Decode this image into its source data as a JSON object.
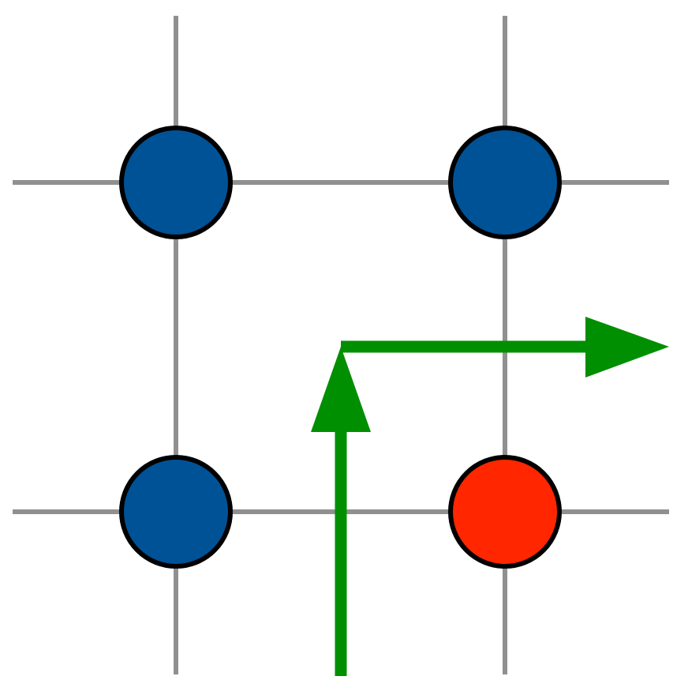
{
  "diagram": {
    "colors": {
      "background": "#ffffff",
      "grid_line": "#909090",
      "node_default": "#005296",
      "node_highlight": "#ff2600",
      "node_outline": "#000000",
      "path": "#008f00"
    },
    "grid": {
      "columns": 2,
      "rows": 2
    },
    "nodes": [
      {
        "row": 0,
        "col": 0,
        "state": "default"
      },
      {
        "row": 0,
        "col": 1,
        "state": "default"
      },
      {
        "row": 1,
        "col": 0,
        "state": "default"
      },
      {
        "row": 1,
        "col": 1,
        "state": "highlight"
      }
    ],
    "path": {
      "segments": [
        {
          "direction": "up",
          "arrowhead": true
        },
        {
          "direction": "right",
          "arrowhead": true
        }
      ]
    }
  }
}
